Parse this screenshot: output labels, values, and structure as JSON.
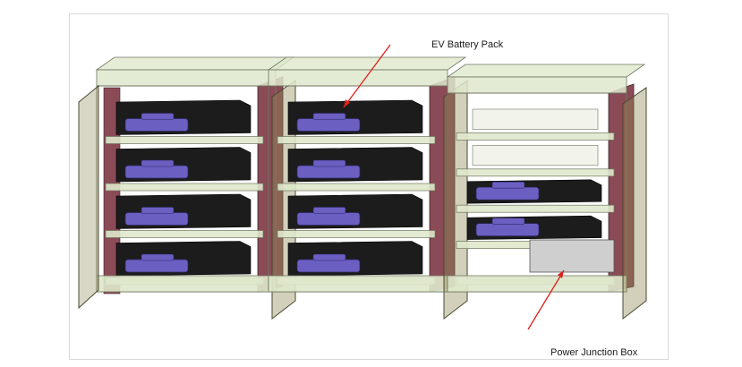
{
  "labels": {
    "battery_pack": "EV Battery Pack",
    "junction_box": "Power Junction Box"
  },
  "colors": {
    "background": "#ffffff",
    "frame_border": "#d9d9d9",
    "glass_frame": "#dfe8cc",
    "glass_edge": "#6f7660",
    "door_olive": "#8f8a55",
    "back_panel_maroon": "#8a4a56",
    "battery_black": "#1c1c1c",
    "connector_purple": "#6b5fc2",
    "callout_red": "#e0201a",
    "junction_box_gray": "#cfcfcf"
  },
  "structure": {
    "cabinets": [
      {
        "name": "left-cabinet",
        "battery_modules": 4
      },
      {
        "name": "middle-cabinet",
        "battery_modules": 4
      },
      {
        "name": "right-cabinet",
        "battery_modules": 2,
        "contains": "power-junction-box"
      }
    ]
  }
}
